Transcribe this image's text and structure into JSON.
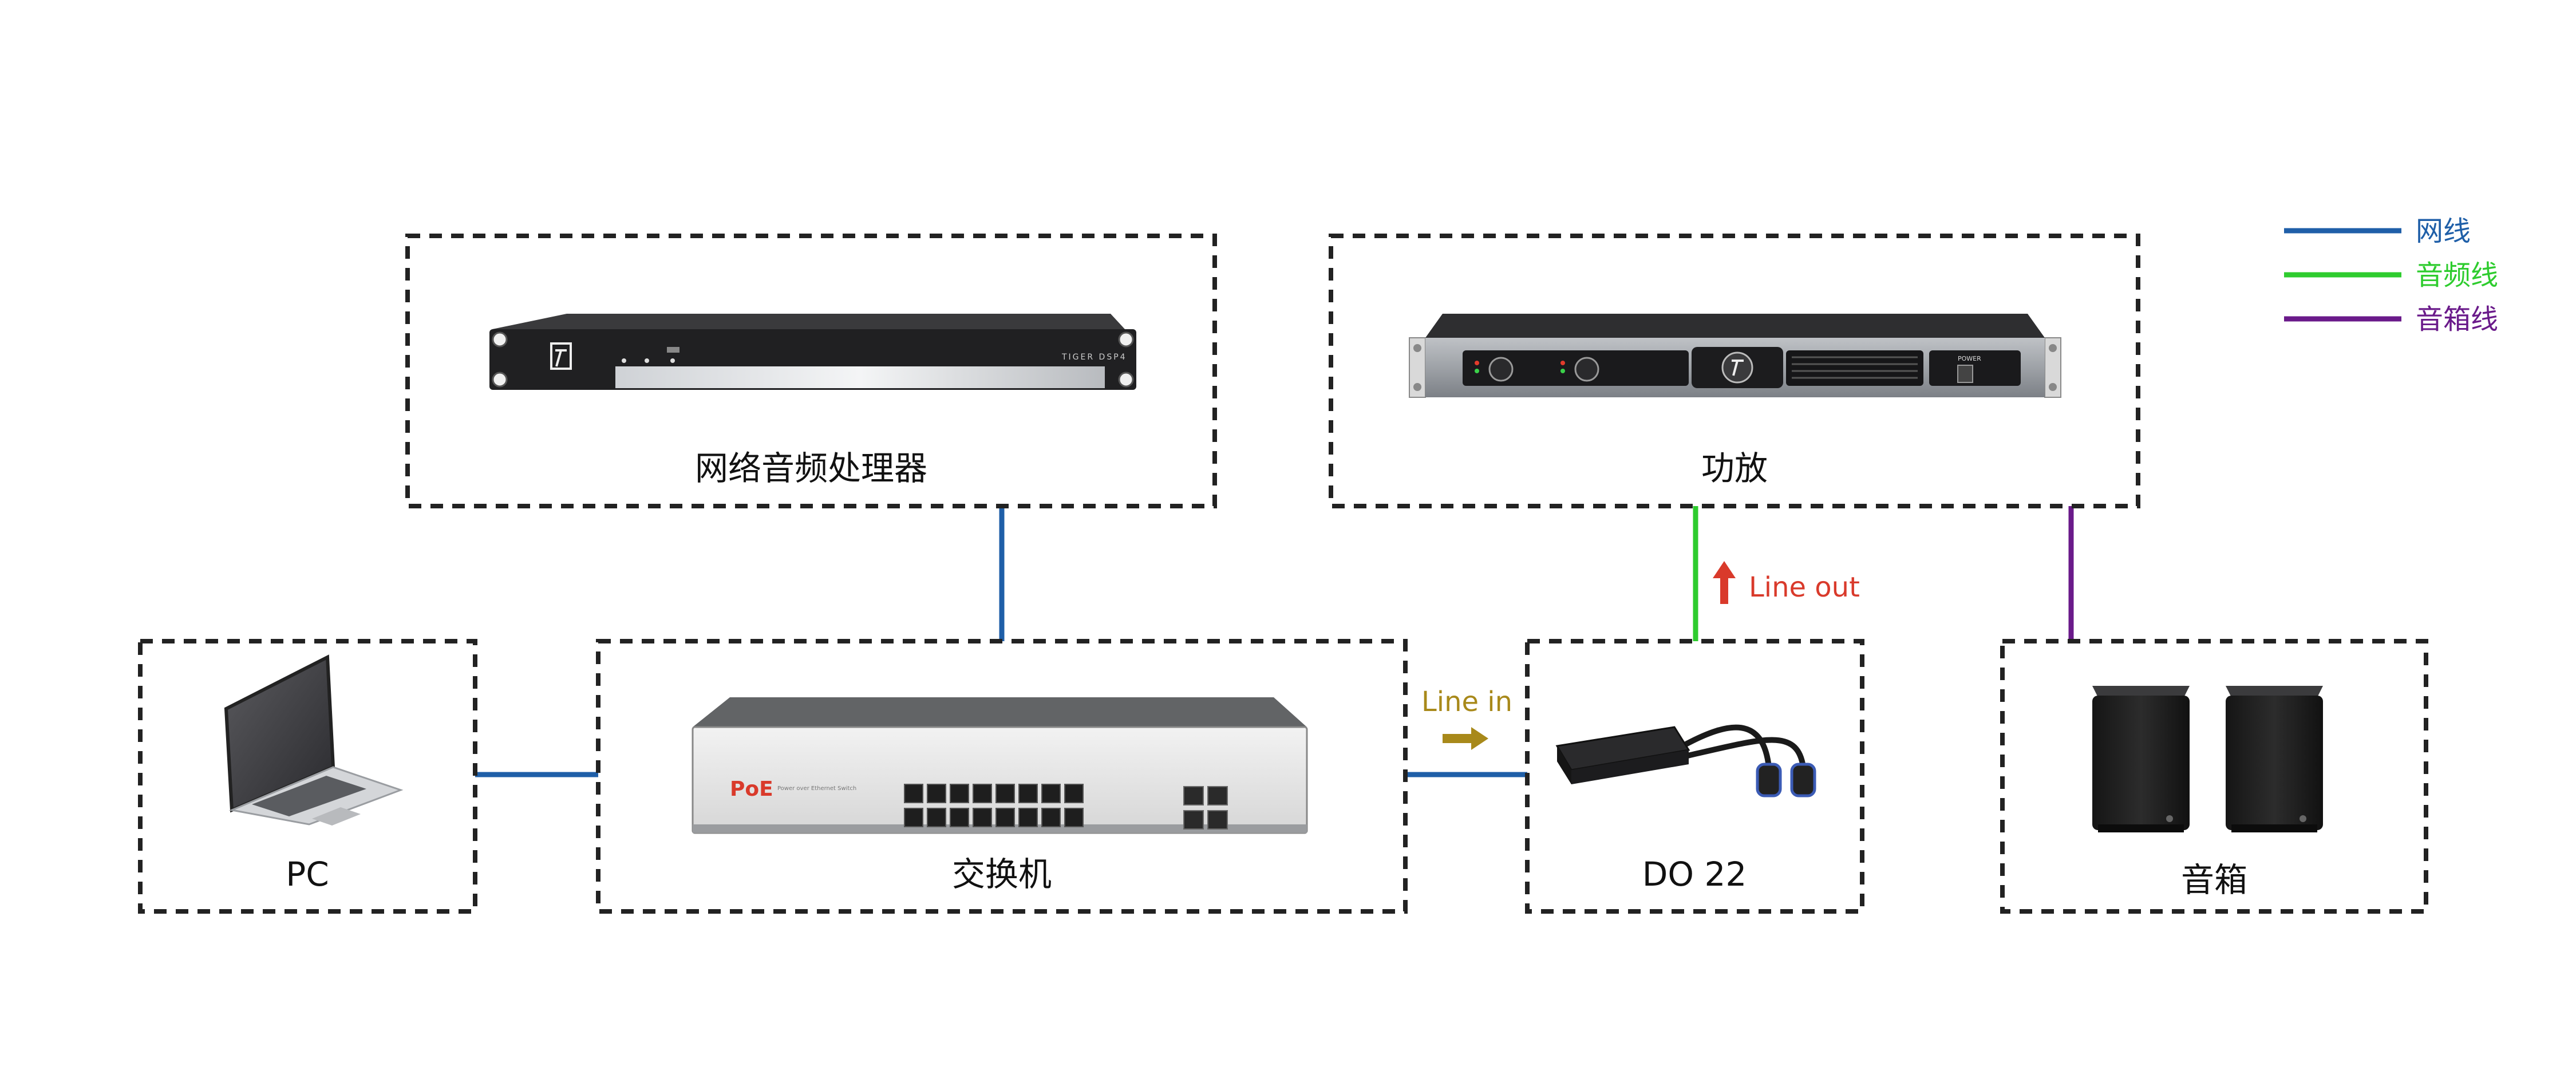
{
  "nodes": {
    "processor": "网络音频处理器",
    "amplifier": "功放",
    "pc": "PC",
    "switch": "交换机",
    "do22": "DO 22",
    "speakers": "音箱"
  },
  "annotations": {
    "line_out": "Line out",
    "line_in": "Line in"
  },
  "legend": [
    {
      "label": "网线",
      "color": "#1f5fa8"
    },
    {
      "label": "音频线",
      "color": "#2ecc2e"
    },
    {
      "label": "音箱线",
      "color": "#6a1a8a"
    }
  ],
  "device_text": {
    "processor_model": "TIGER DSP4",
    "switch_brand": "PoE",
    "switch_desc": "Power over Ethernet Switch",
    "amp_power": "POWER"
  },
  "colors": {
    "network": "#1f5fa8",
    "audio": "#2ecc2e",
    "speaker": "#6a1a8a",
    "line_out": "#d93a2b",
    "line_in": "#a8891a",
    "border": "#222222"
  }
}
